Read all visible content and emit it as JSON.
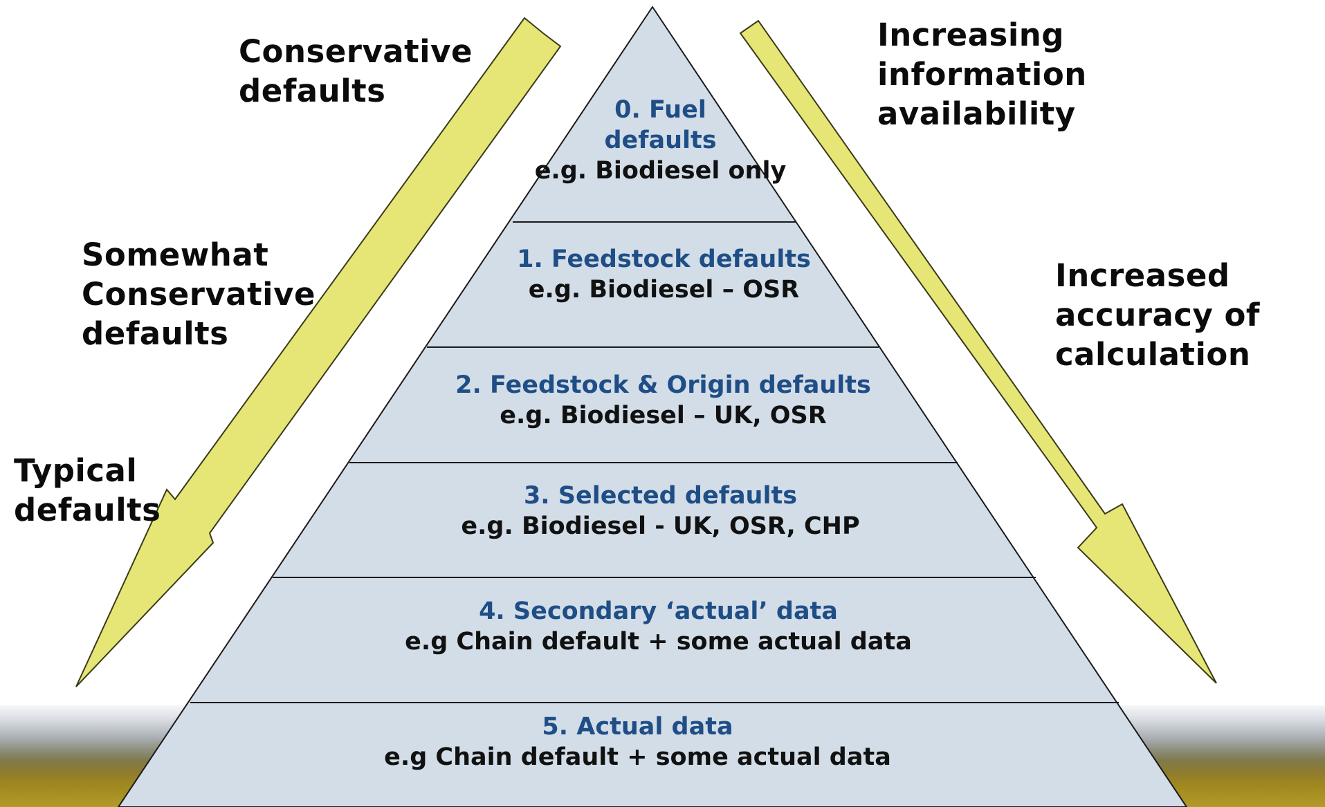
{
  "colors": {
    "pyramid_fill": "#d3dde8",
    "pyramid_stroke": "#1a1a1a",
    "arrow_fill": "#e6e676",
    "arrow_stroke": "#3a3a1a",
    "tier_title_color": "#1f4e86",
    "example_text_color": "#111111",
    "side_label_color": "#0b0b0b"
  },
  "left_arrow_labels": {
    "top": "Conservative\ndefaults",
    "middle": "Somewhat\nConservative\ndefaults",
    "bottom": "Typical\ndefaults"
  },
  "right_arrow_labels": {
    "top": "Increasing\ninformation\navailability",
    "bottom": "Increased\naccuracy of\ncalculation"
  },
  "tiers": [
    {
      "title": "0. Fuel\ndefaults",
      "example": "e.g. Biodiesel only"
    },
    {
      "title": "1. Feedstock defaults",
      "example": "e.g. Biodiesel – OSR"
    },
    {
      "title": "2. Feedstock & Origin defaults",
      "example": "e.g. Biodiesel – UK, OSR"
    },
    {
      "title": "3. Selected defaults",
      "example": "e.g. Biodiesel - UK, OSR, CHP"
    },
    {
      "title": "4. Secondary ‘actual’ data",
      "example": "e.g Chain default + some actual data"
    },
    {
      "title": "5. Actual data",
      "example": "e.g Chain default + some actual data"
    }
  ]
}
